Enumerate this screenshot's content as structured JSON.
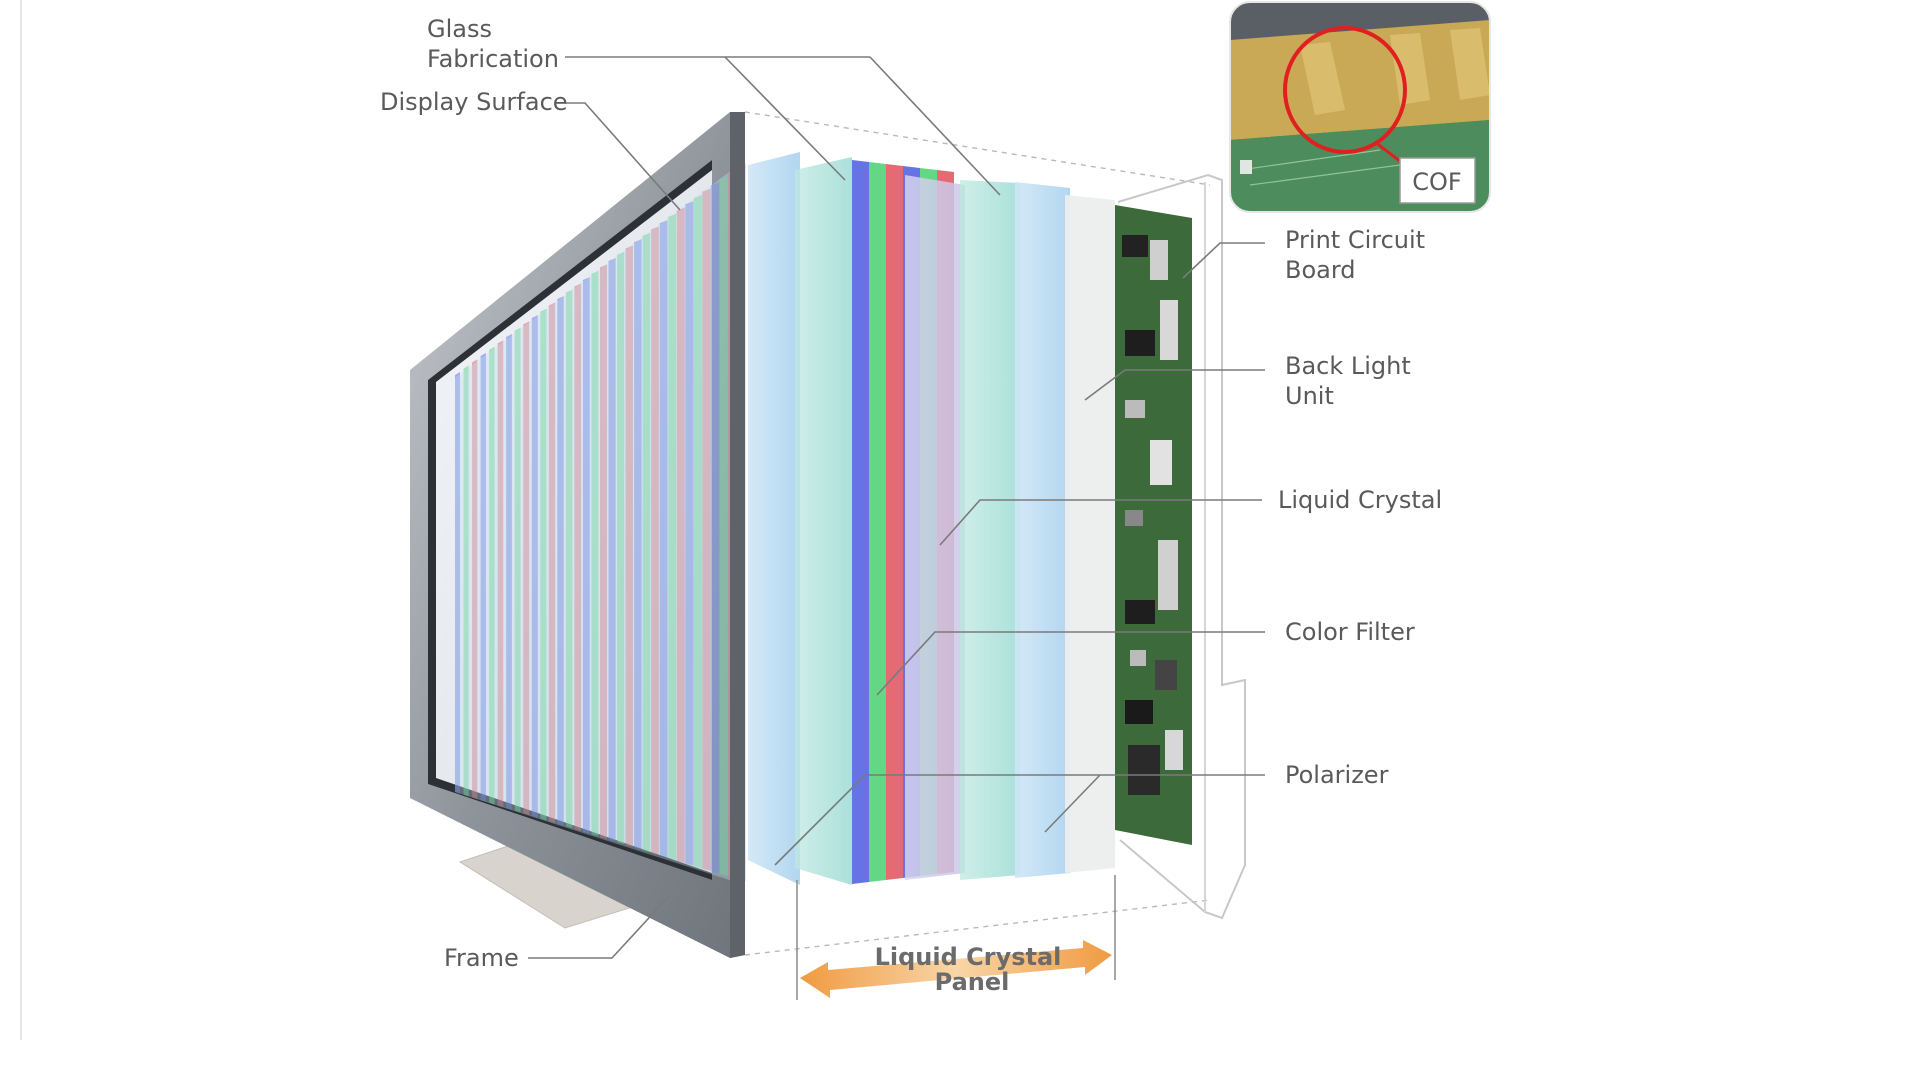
{
  "labels": {
    "glass_fabrication_line1": "Glass",
    "glass_fabrication_line2": "Fabrication",
    "display_surface": "Display Surface",
    "print_circuit_board_line1": "Print Circuit",
    "print_circuit_board_line2": "Board",
    "back_light_unit_line1": "Back Light",
    "back_light_unit_line2": "Unit",
    "liquid_crystal": "Liquid Crystal",
    "color_filter": "Color Filter",
    "polarizer": "Polarizer",
    "frame": "Frame",
    "cof": "COF",
    "panel_line1": "Liquid Crystal",
    "panel_line2": "Panel"
  },
  "colors": {
    "filter_red": "#e0505a",
    "filter_green": "#48d070",
    "filter_blue": "#4a5ae0",
    "arrow": "#f0a050",
    "frame_gray": "#8a8f96",
    "pcb_green": "#3c6a3a",
    "cof_circle": "#e02020"
  }
}
